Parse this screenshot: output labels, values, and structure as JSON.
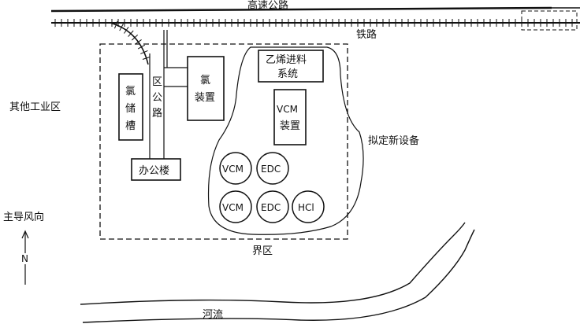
{
  "labels": {
    "highway": "高速公路",
    "railway": "铁路",
    "other_industry": "其他工业区",
    "wind_direction": "主导风向",
    "north": "N",
    "boundary": "界区",
    "river": "河流",
    "proposed_equipment": "拟定新设备",
    "district_road": [
      "区",
      "公",
      "路"
    ],
    "chlorine_tank": [
      "氯",
      "储",
      "槽"
    ],
    "chlorine_unit": [
      "氯",
      "装置"
    ],
    "office": "办公楼",
    "ethylene_feed": [
      "乙烯进料",
      "系统"
    ],
    "vcm_unit": [
      "VCM",
      "装置"
    ],
    "vessels": {
      "v1": "VCM",
      "v2": "EDC",
      "v3": "VCM",
      "v4": "EDC",
      "v5": "HCl"
    }
  }
}
